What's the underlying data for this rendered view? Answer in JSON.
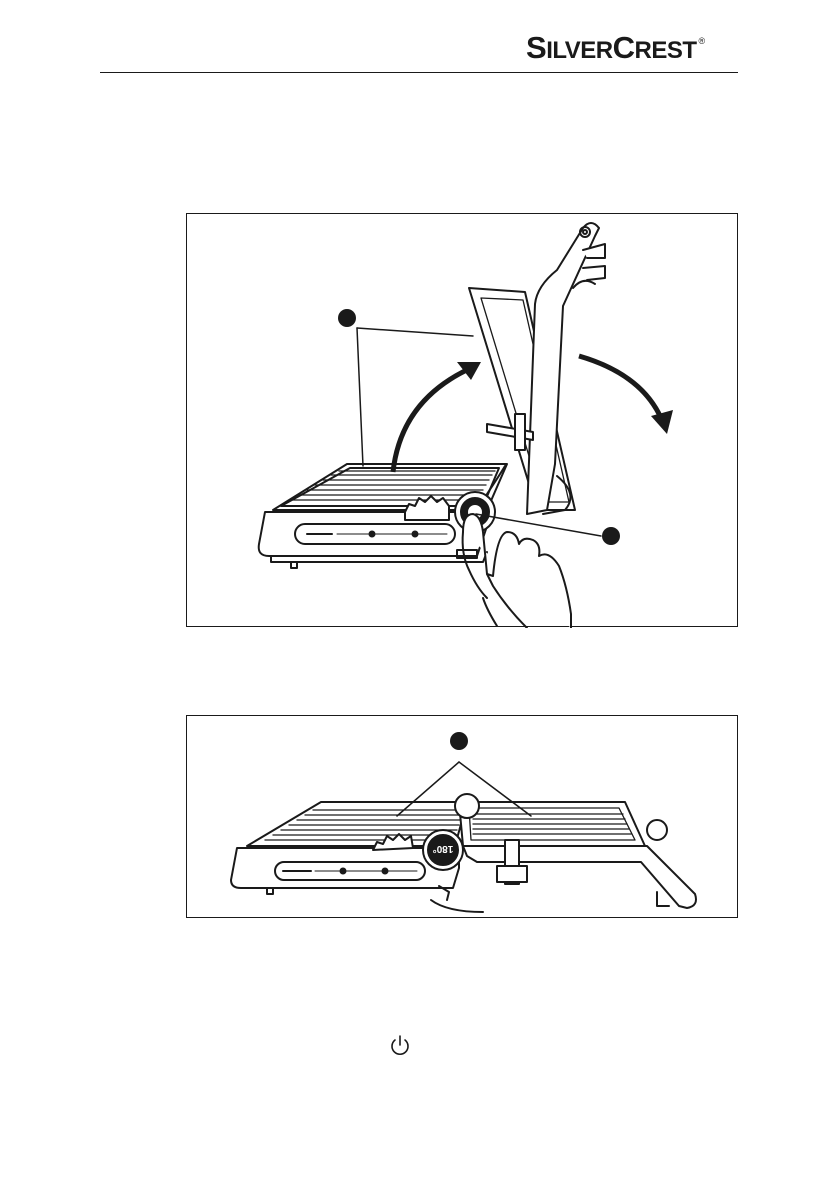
{
  "header": {
    "brand_s": "S",
    "brand_ilver": "ILVER",
    "brand_c": "C",
    "brand_rest": "REST",
    "brand_mark": "®"
  },
  "figure1": {
    "display_text": ""
  },
  "figure2": {
    "display_text": "180°"
  },
  "icons": {
    "power": "power-icon"
  }
}
